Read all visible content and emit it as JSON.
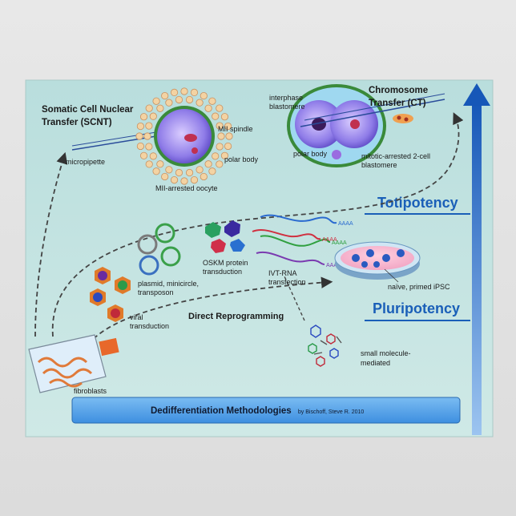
{
  "labels": {
    "scnt_line1": "Somatic Cell Nuclear",
    "scnt_line2": "Transfer (SCNT)",
    "mii_spindle": "MII spindle",
    "polar_body": "polar body",
    "micropipette": "micropipette",
    "mii_oocyte": "MII-arrested oocyte",
    "interphase_line1": "interphase",
    "interphase_line2": "blastomere",
    "ct_line1": "Chromosome",
    "ct_line2": "Transfer (CT)",
    "ct_polar_body": "polar body",
    "mitotic_line1": "mitotic-arrested 2-cell",
    "mitotic_line2": "blastomere",
    "totipotency": "Totipotency",
    "pluripotency": "Pluripotency",
    "osk_line1": "OSKM protein",
    "osk_line2": "transduction",
    "ivt_line1": "IVT-RNA",
    "ivt_line2": "transfection",
    "plasmid_line1": "plasmid, minicircle,",
    "plasmid_line2": "transposon",
    "viral_line1": "viral",
    "viral_line2": "transduction",
    "direct": "Direct Reprogramming",
    "ipsc": "naïve, primed iPSC",
    "small_line1": "small molecule-",
    "small_line2": "mediated",
    "fibroblasts": "fibroblasts",
    "polyA": "AAAA"
  },
  "footer": {
    "title": "Dedifferentiation Methodologies",
    "credit": "by Bischoff, Steve R. 2010"
  },
  "colors": {
    "panel": "#c9e6e4",
    "accent_blue": "#1a5fb8",
    "footer_fill": "#5aa5e8"
  }
}
